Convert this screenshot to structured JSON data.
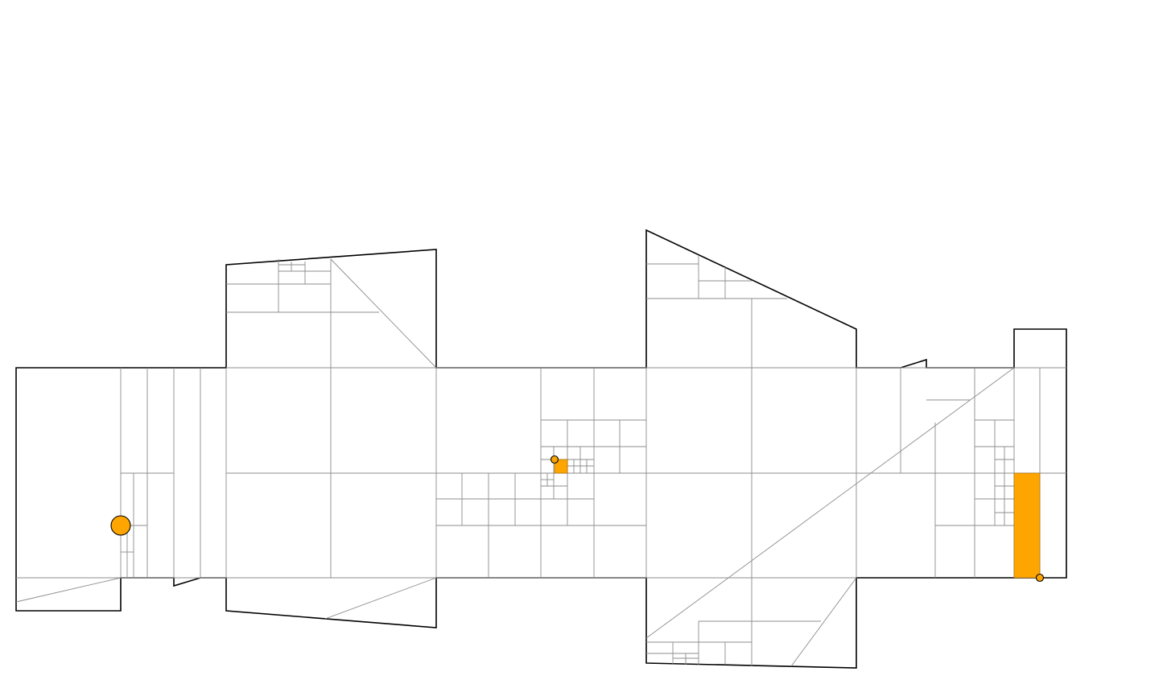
{
  "diagram": {
    "kind": "polygon-quadtree-subdivision",
    "colors": {
      "background": "#ffffff",
      "outline": "#000000",
      "subdivision_lines": "#8c8c8c",
      "highlight": "#ffa500"
    },
    "highlighted_cells": 2,
    "marked_points": 3
  }
}
